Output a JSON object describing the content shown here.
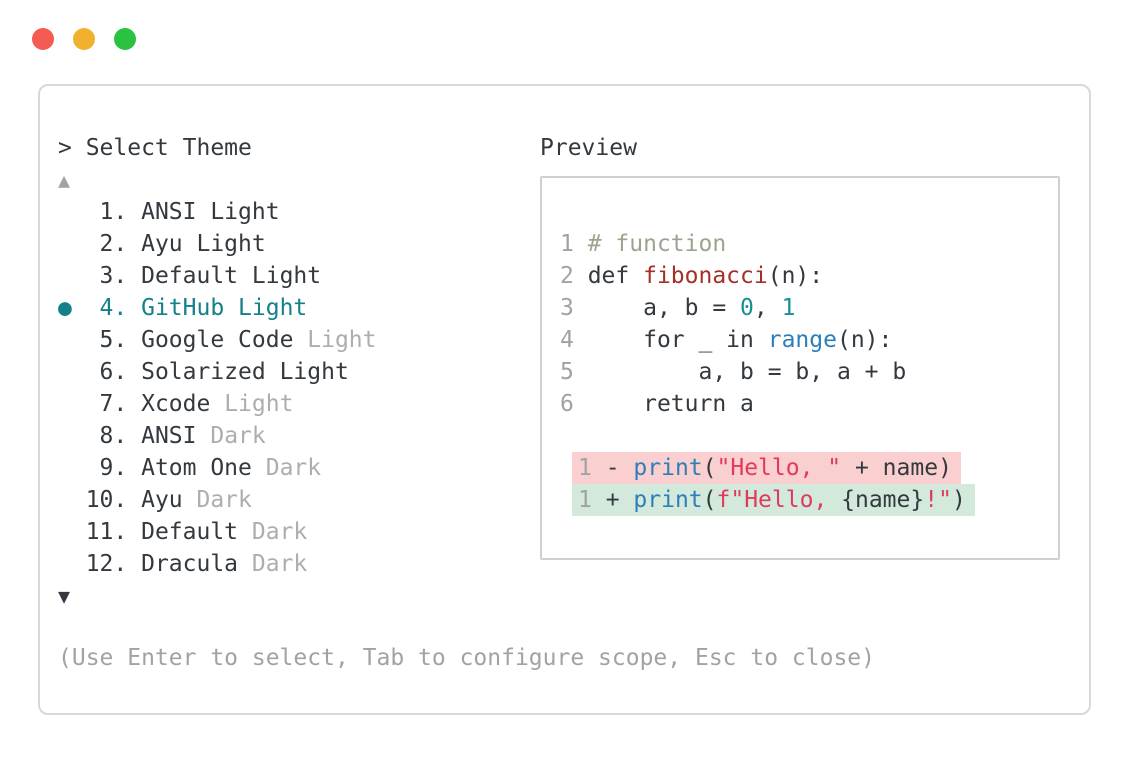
{
  "window_controls": {
    "close_color": "#f45b52",
    "minimize_color": "#f2b12c",
    "maximize_color": "#29c340"
  },
  "palette": {
    "text": "#33393f",
    "dim": "#abaeb0",
    "muted": "#a0a3a5",
    "accent": "#13808a",
    "comment": "#9ba58e",
    "func_red": "#a43028",
    "string_red": "#e23a5c",
    "kw_blue": "#2e7eb8",
    "num_teal": "#188f98",
    "del_bg": "#f9cfcf",
    "add_bg": "#d2e9dc"
  },
  "selector": {
    "title": "> Select Theme",
    "up_arrow": "▲",
    "down_arrow": "▼",
    "items": [
      {
        "number": "1",
        "selected": false,
        "label_parts": [
          {
            "text": "ANSI Light",
            "dim": false
          }
        ]
      },
      {
        "number": "2",
        "selected": false,
        "label_parts": [
          {
            "text": "Ayu Light",
            "dim": false
          }
        ]
      },
      {
        "number": "3",
        "selected": false,
        "label_parts": [
          {
            "text": "Default Light",
            "dim": false
          }
        ]
      },
      {
        "number": "4",
        "selected": true,
        "label_parts": [
          {
            "text": "GitHub Light",
            "dim": false
          }
        ]
      },
      {
        "number": "5",
        "selected": false,
        "label_parts": [
          {
            "text": "Google Code ",
            "dim": false
          },
          {
            "text": "Light",
            "dim": true
          }
        ]
      },
      {
        "number": "6",
        "selected": false,
        "label_parts": [
          {
            "text": "Solarized Light",
            "dim": false
          }
        ]
      },
      {
        "number": "7",
        "selected": false,
        "label_parts": [
          {
            "text": "Xcode ",
            "dim": false
          },
          {
            "text": "Light",
            "dim": true
          }
        ]
      },
      {
        "number": "8",
        "selected": false,
        "label_parts": [
          {
            "text": "ANSI ",
            "dim": false
          },
          {
            "text": "Dark",
            "dim": true
          }
        ]
      },
      {
        "number": "9",
        "selected": false,
        "label_parts": [
          {
            "text": "Atom One ",
            "dim": false
          },
          {
            "text": "Dark",
            "dim": true
          }
        ]
      },
      {
        "number": "10",
        "selected": false,
        "label_parts": [
          {
            "text": "Ayu ",
            "dim": false
          },
          {
            "text": "Dark",
            "dim": true
          }
        ]
      },
      {
        "number": "11",
        "selected": false,
        "label_parts": [
          {
            "text": "Default ",
            "dim": false
          },
          {
            "text": "Dark",
            "dim": true
          }
        ]
      },
      {
        "number": "12",
        "selected": false,
        "label_parts": [
          {
            "text": "Dracula ",
            "dim": false
          },
          {
            "text": "Dark",
            "dim": true
          }
        ]
      }
    ],
    "help_text": "(Use Enter to select, Tab to configure scope, Esc to close)"
  },
  "preview": {
    "title": "Preview",
    "code_lines": [
      {
        "number": "1",
        "segments": [
          {
            "text": "# function",
            "style": "comment"
          }
        ]
      },
      {
        "number": "2",
        "segments": [
          {
            "text": "def ",
            "style": "text"
          },
          {
            "text": "fibonacci",
            "style": "func"
          },
          {
            "text": "(n):",
            "style": "text"
          }
        ]
      },
      {
        "number": "3",
        "segments": [
          {
            "text": "    a, b = ",
            "style": "text"
          },
          {
            "text": "0",
            "style": "num"
          },
          {
            "text": ", ",
            "style": "text"
          },
          {
            "text": "1",
            "style": "num"
          }
        ]
      },
      {
        "number": "4",
        "segments": [
          {
            "text": "    for _ in ",
            "style": "text"
          },
          {
            "text": "range",
            "style": "kw"
          },
          {
            "text": "(n):",
            "style": "text"
          }
        ]
      },
      {
        "number": "5",
        "segments": [
          {
            "text": "        a, b = b, a + b",
            "style": "text"
          }
        ]
      },
      {
        "number": "6",
        "segments": [
          {
            "text": "    return a",
            "style": "text"
          }
        ]
      }
    ],
    "diff_lines": [
      {
        "number": "1",
        "type": "del",
        "segments": [
          {
            "text": "- ",
            "style": "text"
          },
          {
            "text": "print",
            "style": "kw"
          },
          {
            "text": "(",
            "style": "text"
          },
          {
            "text": "\"Hello, \"",
            "style": "str"
          },
          {
            "text": " + name)",
            "style": "text"
          }
        ]
      },
      {
        "number": "1",
        "type": "add",
        "segments": [
          {
            "text": "+ ",
            "style": "text"
          },
          {
            "text": "print",
            "style": "kw"
          },
          {
            "text": "(",
            "style": "text"
          },
          {
            "text": "f\"Hello, ",
            "style": "str"
          },
          {
            "text": "{name}",
            "style": "text"
          },
          {
            "text": "!\"",
            "style": "str"
          },
          {
            "text": ")",
            "style": "text"
          }
        ]
      }
    ]
  }
}
